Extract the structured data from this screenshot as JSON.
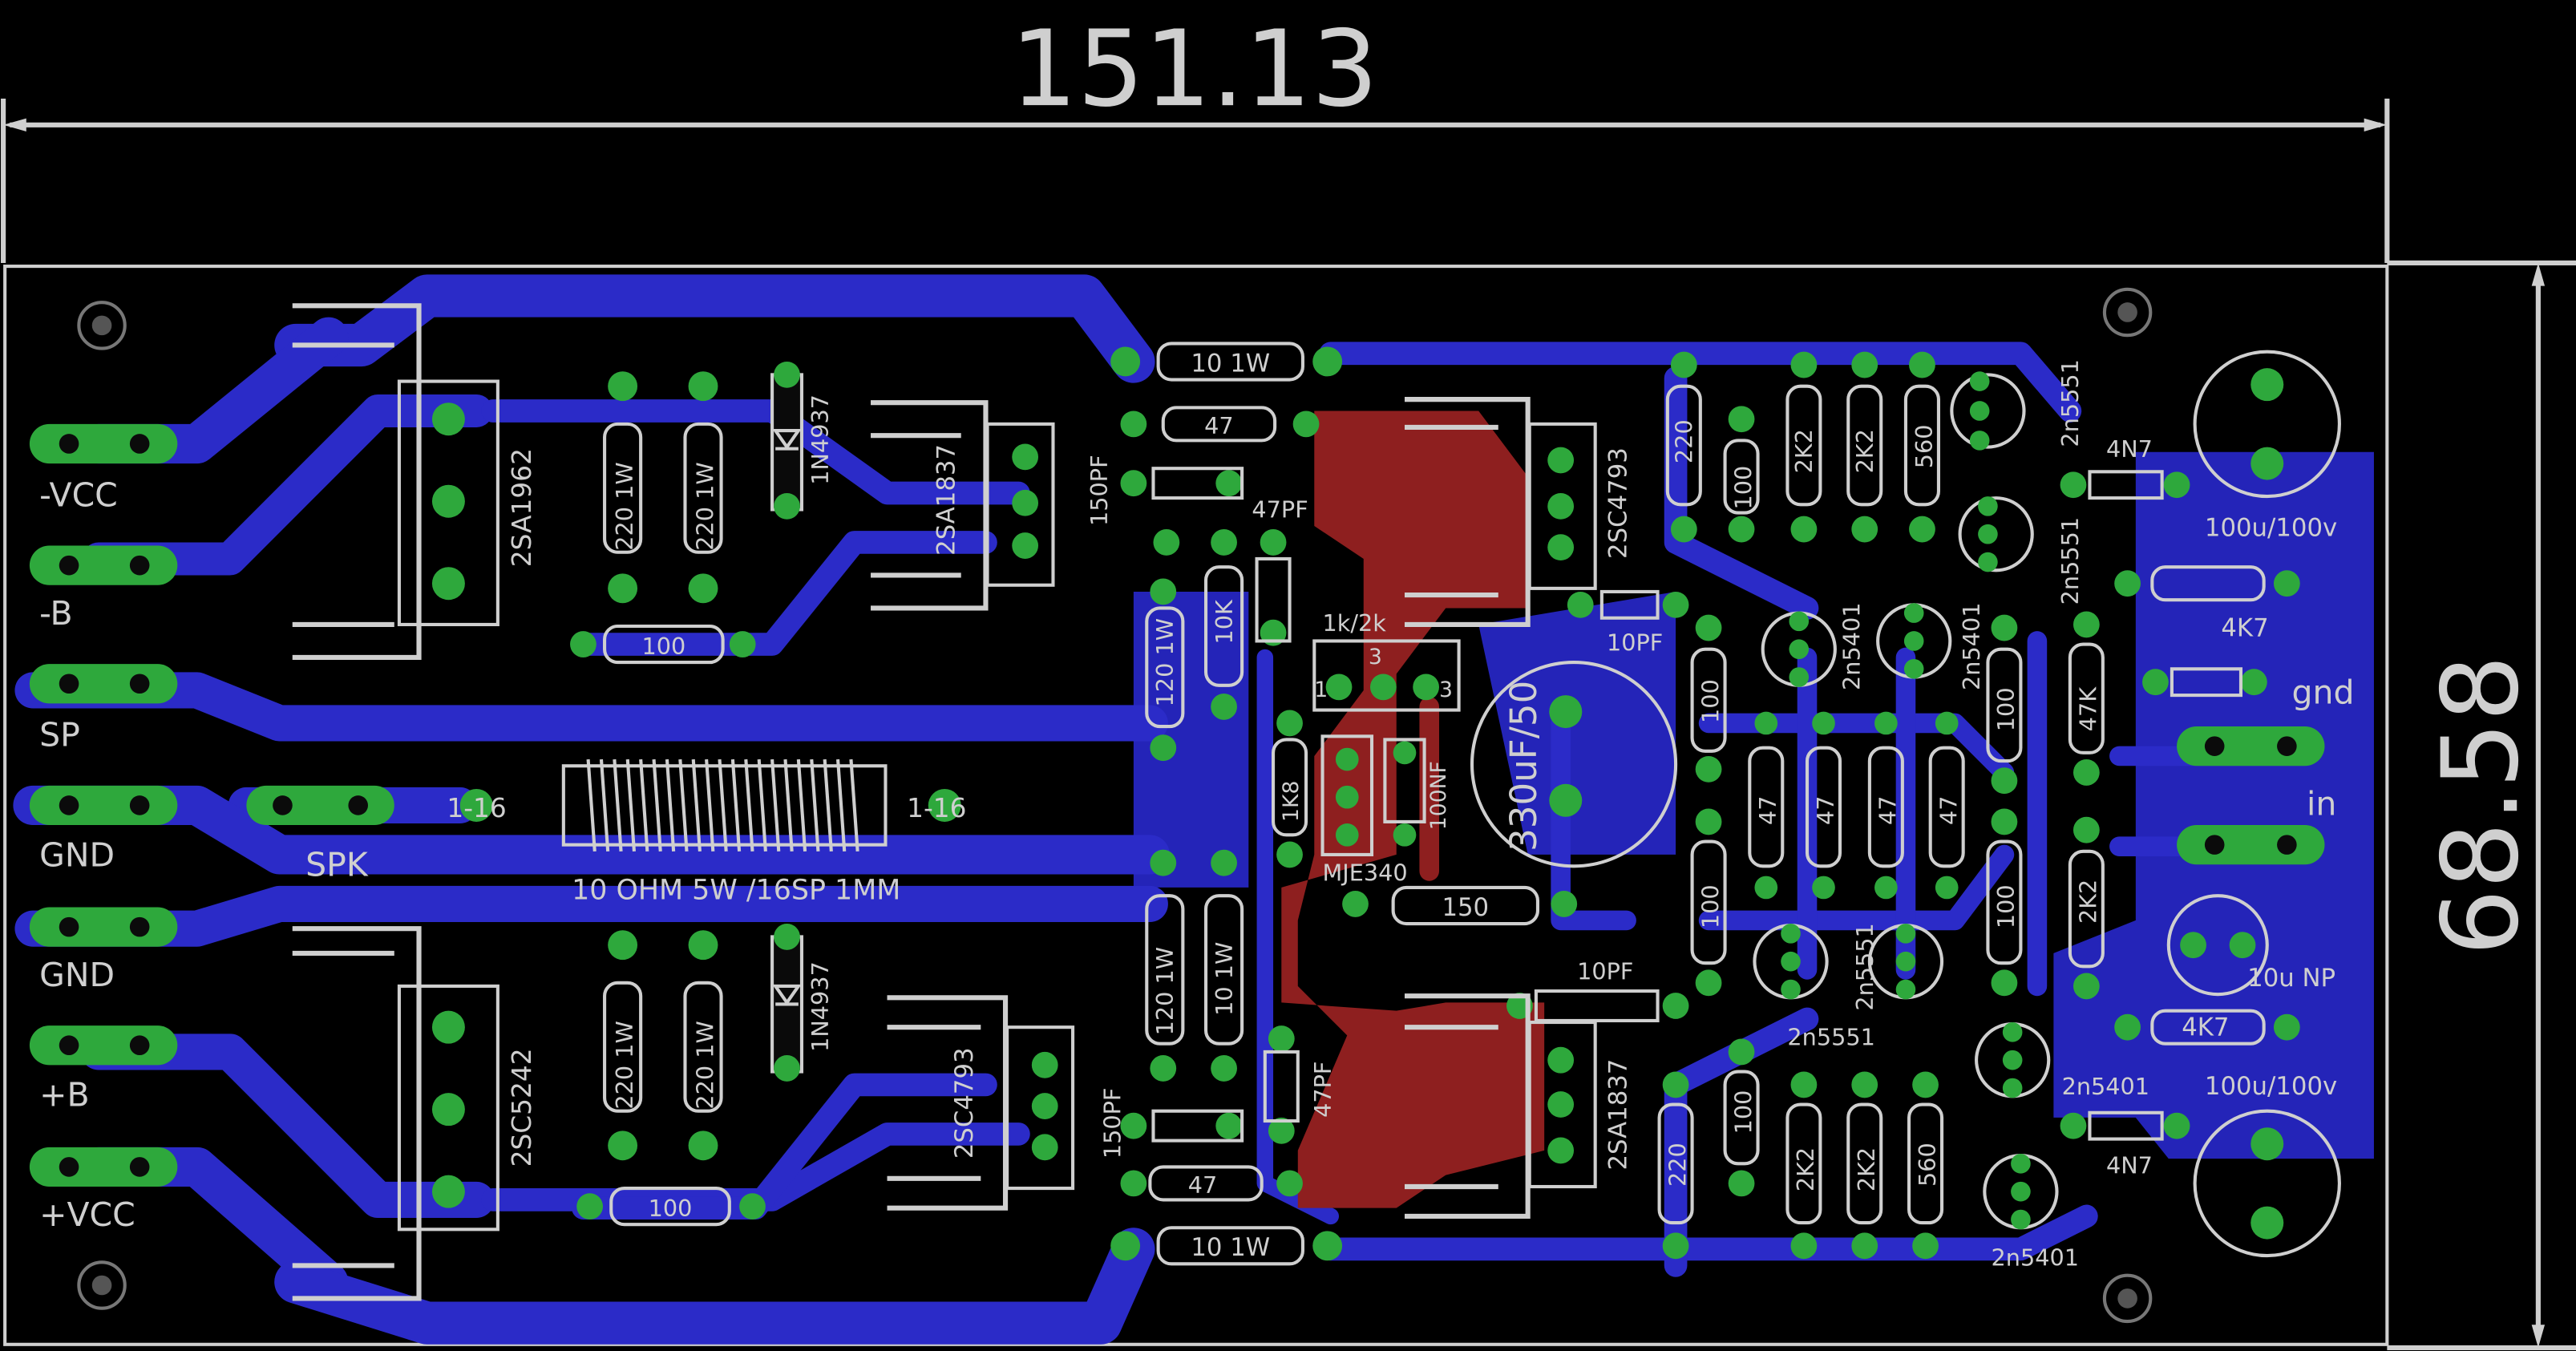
{
  "dimensions": {
    "width": "151.13",
    "height": "68.58"
  },
  "connector_labels": {
    "neg_vcc": "-VCC",
    "neg_b": "-B",
    "sp": "SP",
    "gnd1": "GND",
    "spk": "SPK",
    "gnd2": "GND",
    "pos_b": "+B",
    "pos_vcc": "+VCC",
    "gnd_in": "gnd",
    "in": "in"
  },
  "components": {
    "q_top_output": "2SA1962",
    "q_bottom_output": "2SC5242",
    "r_top_220a": "220 1W",
    "r_top_220b": "220 1W",
    "r_bot_220a": "220 1W",
    "r_bot_220b": "220 1W",
    "d_top": "1N4937",
    "d_bot": "1N4937",
    "r_top_100": "100",
    "r_bot_100": "100",
    "q_driver_top": "2SA1837",
    "q_driver_bot": "2SC4793",
    "c_150pf_top": "150PF",
    "c_150pf_bot": "150PF",
    "r_10_1w_top": "10 1W",
    "r_10_1w_bot": "10 1W",
    "r_47_top": "47",
    "r_47_bot": "47",
    "c_47pf_top": "47PF",
    "c_47pf_bot": "47PF",
    "r_120_top": "120 1W",
    "r_120_bot": "120 1W",
    "r_10k": "10K",
    "r_10_1w_mid": "10 1W",
    "trimmer": "1k/2k",
    "trim_pin1": "1",
    "trim_pin3": "3",
    "trim_pin3b": "3",
    "r_1k8": "1K8",
    "c_100nf": "100NF",
    "q_mje340": "MJE340",
    "r_150": "150",
    "c_330": "330uF/50",
    "q_vas_top": "2SC4793",
    "q_vas_bot": "2SA1837",
    "c_10pf_top": "10PF",
    "c_10pf_bot": "10PF",
    "coil_end_a": "1-16",
    "coil_end_b": "1-16",
    "coil_label": "10 OHM 5W /16SP 1MM",
    "r_220_top": "220",
    "r_100_top": "100",
    "r_2k2_a": "2K2",
    "r_2k2_b": "2K2",
    "r_560_top": "560",
    "r_220_bot": "220",
    "r_100_bot": "100",
    "r_2k2_c": "2K2",
    "r_2k2_d": "2K2",
    "r_560_bot": "560",
    "q_2n5551_a": "2n5551",
    "q_2n5551_b": "2n5551",
    "q_2n5401_a": "2n5401",
    "q_2n5401_b": "2n5401",
    "q_2n5551_c": "2n5551",
    "q_2n5551_d": "2n5551",
    "q_2n5401_c": "2n5401",
    "q_2n5401_d": "2n5401",
    "r_100_mid_a": "100",
    "r_100_mid_b": "100",
    "r_100_mid_c": "100",
    "r_100_mid_d": "100",
    "r_47_a": "47",
    "r_47_b": "47",
    "r_47_c": "47",
    "r_47_d": "47",
    "r_47k": "47K",
    "r_2k2_e": "2K2",
    "c_4n7_top": "4N7",
    "c_4n7_bot": "4N7",
    "r_4k7_top": "4K7",
    "r_4k7_bot": "4K7",
    "c_100u_top": "100u/100v",
    "c_100u_bot": "100u/100v",
    "c_10u": "10u NP"
  },
  "colors": {
    "background": "#000000",
    "bottom_copper": "#2424b8",
    "top_copper": "#8e1f1f",
    "pads": "#2ea83c",
    "silkscreen": "#cfcfcf"
  }
}
